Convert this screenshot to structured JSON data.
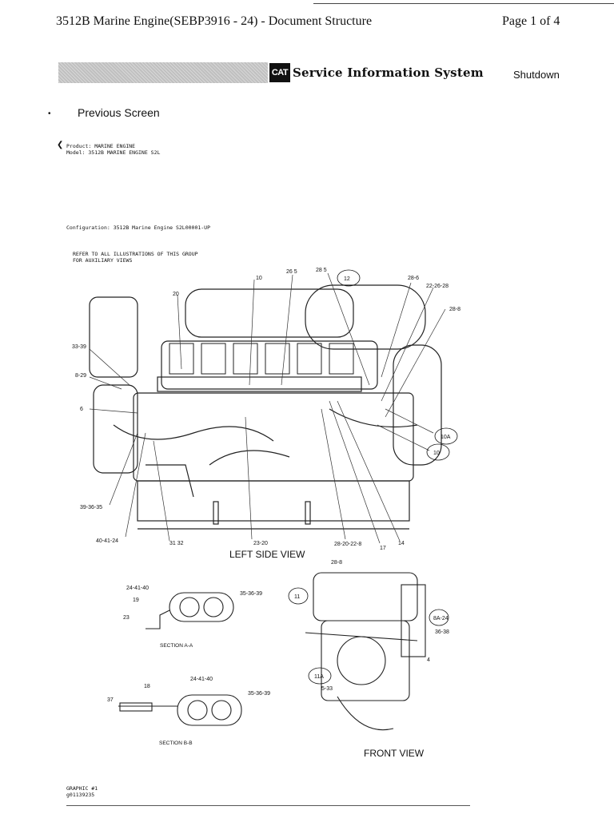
{
  "header": {
    "doc_title": "3512B Marine Engine(SEBP3916 - 24) - Document Structure",
    "page_number": "Page 1 of 4"
  },
  "banner": {
    "logo_text": "CAT",
    "title": "Service Information System",
    "shutdown_label": "Shutdown"
  },
  "nav": {
    "previous_screen_label": "Previous Screen"
  },
  "product": {
    "product_line": "Product: MARINE ENGINE",
    "model_line": "Model: 3512B MARINE ENGINE S2L"
  },
  "configuration": "Configuration: 3512B Marine Engine S2L00001-UP",
  "refer_note": "REFER TO ALL ILLUSTRATIONS OF THIS GROUP FOR AUXILIARY VIEWS",
  "diagram": {
    "left_side_view": {
      "title": "LEFT SIDE VIEW",
      "callouts": [
        "20",
        "33-39",
        "8-29",
        "6",
        "39-36-35",
        "40-41-24",
        "31 32",
        "23-20",
        "28-20-22-8",
        "17",
        "14",
        "10",
        "26 5",
        "28 5",
        "12",
        "28-6",
        "22-26-28",
        "28-8",
        "10A"
      ]
    },
    "section_a": {
      "title": "SECTION A-A",
      "callouts": [
        "24-41-40",
        "19",
        "23",
        "35-36-39"
      ]
    },
    "section_b": {
      "title": "SECTION B-B",
      "callouts": [
        "24-41-40",
        "18",
        "37",
        "35-36-39"
      ]
    },
    "front_view": {
      "title": "FRONT VIEW",
      "callouts": [
        "28-8",
        "11",
        "8A-24",
        "36-38",
        "11A",
        "5-33",
        "4"
      ]
    }
  },
  "footer": {
    "graphic_label": "GRAPHIC #1",
    "graphic_id": "g01139235"
  }
}
